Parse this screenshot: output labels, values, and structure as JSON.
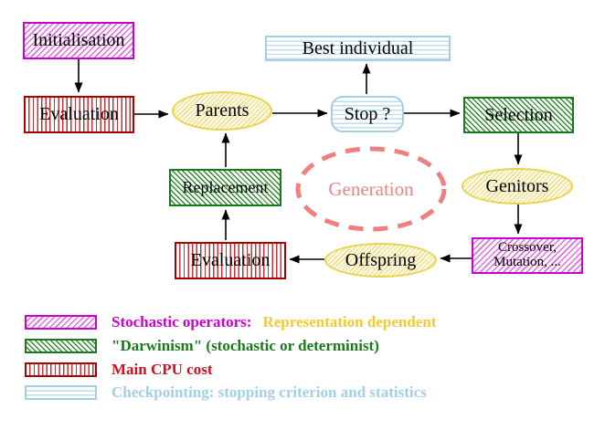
{
  "diagram": {
    "nodes": {
      "initialisation": {
        "label": "Initialisation"
      },
      "evaluation_top": {
        "label": "Evaluation"
      },
      "parents": {
        "label": "Parents"
      },
      "best_individual": {
        "label": "Best individual"
      },
      "stop": {
        "label": "Stop ?"
      },
      "selection": {
        "label": "Selection"
      },
      "replacement": {
        "label": "Replacement"
      },
      "generation": {
        "label": "Generation"
      },
      "genitors": {
        "label": "Genitors"
      },
      "evaluation_bottom": {
        "label": "Evaluation"
      },
      "offspring": {
        "label": "Offspring"
      },
      "crossover": {
        "line1": "Crossover,",
        "line2": "Mutation, ..."
      }
    }
  },
  "legend": {
    "items": [
      {
        "swatch": "magenta-diagonal-hatch",
        "label": "Stochastic operators:",
        "label2": "Representation dependent"
      },
      {
        "swatch": "green-diagonal-hatch",
        "label": "\"Darwinism\" (stochastic or determinist)"
      },
      {
        "swatch": "red-vertical-stripes",
        "label": "Main CPU cost"
      },
      {
        "swatch": "cyan-horizontal-stripes",
        "label": "Checkpointing: stopping criterion and statistics"
      }
    ]
  },
  "colors": {
    "magenta": "#cc00cc",
    "green": "#1a7a1a",
    "dark_red": "#aa0000",
    "crimson_text": "#cc1122",
    "cyan_border": "#a6cede",
    "cyan_text": "#a4cee8",
    "yellow_border": "#e8d44c",
    "gold_text": "#f2ca30",
    "salmon_dashed": "#f08080",
    "arrow_black": "#000000"
  }
}
